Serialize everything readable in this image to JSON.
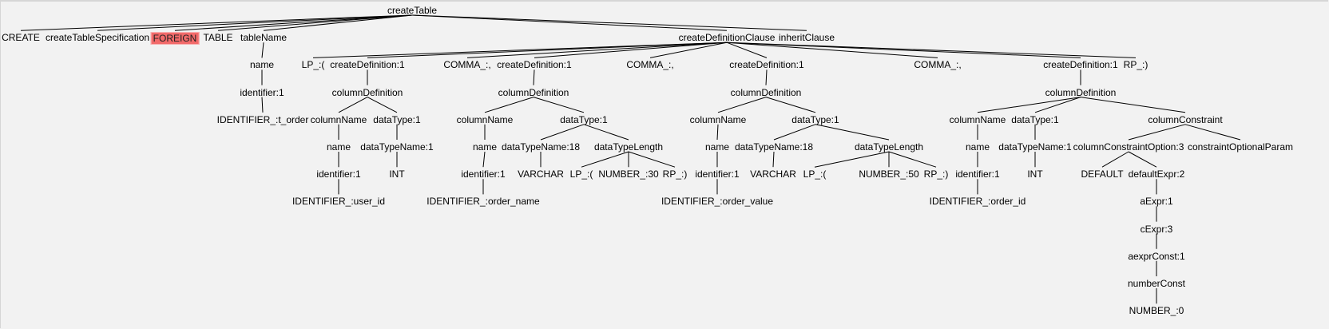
{
  "colors": {
    "background": "#f2f2f2",
    "highlight": "#f26a6a",
    "edge": "#000000"
  },
  "tree": {
    "label": "createTable",
    "children": [
      {
        "label": "CREATE"
      },
      {
        "label": "createTableSpecification"
      },
      {
        "label": "FOREIGN",
        "highlight": true
      },
      {
        "label": "TABLE"
      },
      {
        "label": "tableName",
        "children": [
          {
            "label": "name",
            "children": [
              {
                "label": "identifier:1",
                "children": [
                  {
                    "label": "IDENTIFIER_:t_order"
                  }
                ]
              }
            ]
          }
        ]
      },
      {
        "label": "createDefinitionClause",
        "children": [
          {
            "label": "LP_:("
          },
          {
            "label": "createDefinition:1",
            "children": [
              {
                "label": "columnDefinition",
                "children": [
                  {
                    "label": "columnName",
                    "children": [
                      {
                        "label": "name",
                        "children": [
                          {
                            "label": "identifier:1",
                            "children": [
                              {
                                "label": "IDENTIFIER_:user_id"
                              }
                            ]
                          }
                        ]
                      }
                    ]
                  },
                  {
                    "label": "dataType:1",
                    "children": [
                      {
                        "label": "dataTypeName:1",
                        "children": [
                          {
                            "label": "INT"
                          }
                        ]
                      }
                    ]
                  }
                ]
              }
            ]
          },
          {
            "label": "COMMA_:,"
          },
          {
            "label": "createDefinition:1",
            "children": [
              {
                "label": "columnDefinition",
                "children": [
                  {
                    "label": "columnName",
                    "children": [
                      {
                        "label": "name",
                        "children": [
                          {
                            "label": "identifier:1",
                            "children": [
                              {
                                "label": "IDENTIFIER_:order_name"
                              }
                            ]
                          }
                        ]
                      }
                    ]
                  },
                  {
                    "label": "dataType:1",
                    "children": [
                      {
                        "label": "dataTypeName:18",
                        "children": [
                          {
                            "label": "VARCHAR"
                          }
                        ]
                      },
                      {
                        "label": "dataTypeLength",
                        "children": [
                          {
                            "label": "LP_:("
                          },
                          {
                            "label": "NUMBER_:30"
                          },
                          {
                            "label": "RP_:)"
                          }
                        ]
                      }
                    ]
                  }
                ]
              }
            ]
          },
          {
            "label": "COMMA_:,"
          },
          {
            "label": "createDefinition:1",
            "children": [
              {
                "label": "columnDefinition",
                "children": [
                  {
                    "label": "columnName",
                    "children": [
                      {
                        "label": "name",
                        "children": [
                          {
                            "label": "identifier:1",
                            "children": [
                              {
                                "label": "IDENTIFIER_:order_value"
                              }
                            ]
                          }
                        ]
                      }
                    ]
                  },
                  {
                    "label": "dataType:1",
                    "children": [
                      {
                        "label": "dataTypeName:18",
                        "children": [
                          {
                            "label": "VARCHAR"
                          }
                        ]
                      },
                      {
                        "label": "dataTypeLength",
                        "children": [
                          {
                            "label": "LP_:("
                          },
                          {
                            "label": "NUMBER_:50"
                          },
                          {
                            "label": "RP_:)"
                          }
                        ]
                      }
                    ]
                  }
                ]
              }
            ]
          },
          {
            "label": "COMMA_:,"
          },
          {
            "label": "createDefinition:1",
            "children": [
              {
                "label": "columnDefinition",
                "children": [
                  {
                    "label": "columnName",
                    "children": [
                      {
                        "label": "name",
                        "children": [
                          {
                            "label": "identifier:1",
                            "children": [
                              {
                                "label": "IDENTIFIER_:order_id"
                              }
                            ]
                          }
                        ]
                      }
                    ]
                  },
                  {
                    "label": "dataType:1",
                    "children": [
                      {
                        "label": "dataTypeName:1",
                        "children": [
                          {
                            "label": "INT"
                          }
                        ]
                      }
                    ]
                  },
                  {
                    "label": "columnConstraint",
                    "children": [
                      {
                        "label": "columnConstraintOption:3",
                        "children": [
                          {
                            "label": "DEFAULT"
                          },
                          {
                            "label": "defaultExpr:2",
                            "children": [
                              {
                                "label": "aExpr:1",
                                "children": [
                                  {
                                    "label": "cExpr:3",
                                    "children": [
                                      {
                                        "label": "aexprConst:1",
                                        "children": [
                                          {
                                            "label": "numberConst",
                                            "children": [
                                              {
                                                "label": "NUMBER_:0"
                                              }
                                            ]
                                          }
                                        ]
                                      }
                                    ]
                                  }
                                ]
                              }
                            ]
                          }
                        ]
                      },
                      {
                        "label": "constraintOptionalParam"
                      }
                    ]
                  }
                ]
              }
            ]
          },
          {
            "label": "RP_:)"
          }
        ]
      },
      {
        "label": "inheritClause"
      }
    ]
  }
}
